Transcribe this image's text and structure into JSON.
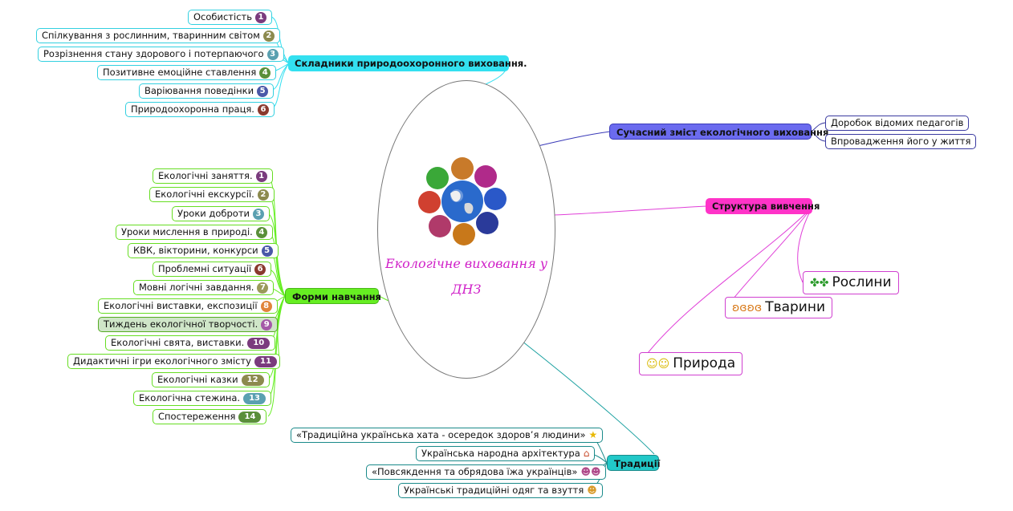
{
  "center": {
    "title_line1": "Екологічне виховання у",
    "title_line2": "ДНЗ",
    "logo_icon": "earth-tree-wreath-icon"
  },
  "components": {
    "title": "Складники природоохоронного виховання.",
    "color": "#33e0f0",
    "items": [
      {
        "label": "Особистість",
        "num": "1"
      },
      {
        "label": "Спілкування з рослинним, тваринним світом",
        "num": "2"
      },
      {
        "label": "Розрізнення стану здорового і потерпаючого",
        "num": "3"
      },
      {
        "label": "Позитивне емоційне ставлення",
        "num": "4"
      },
      {
        "label": "Варіювання поведінки",
        "num": "5"
      },
      {
        "label": "Природоохоронна праця.",
        "num": "6"
      }
    ]
  },
  "modern": {
    "title": "Сучасний зміст екологічного виховання",
    "color": "#6b6bef",
    "items": [
      {
        "label": "Доробок відомих педагогів"
      },
      {
        "label": "Впровадження його у життя"
      }
    ]
  },
  "structure": {
    "title": "Структура вивчення",
    "color": "#ff33c8",
    "items": [
      {
        "label": "Рослини",
        "icon": "clover-icon"
      },
      {
        "label": "Тварини",
        "icon": "butterfly-icon"
      },
      {
        "label": "Природа",
        "icon": "smiley-icon"
      }
    ]
  },
  "forms": {
    "title": "Форми навчання",
    "color": "#66ee22",
    "items": [
      {
        "label": "Екологічні заняття.",
        "num": "1"
      },
      {
        "label": "Екологічні екскурсії.",
        "num": "2"
      },
      {
        "label": "Уроки доброти",
        "num": "3"
      },
      {
        "label": "Уроки мислення в природі.",
        "num": "4"
      },
      {
        "label": "КВК, вікторини, конкурси",
        "num": "5"
      },
      {
        "label": "Проблемні ситуації",
        "num": "6"
      },
      {
        "label": "Мовні логічні завдання.",
        "num": "7"
      },
      {
        "label": "Екологічні виставки, експозиції",
        "num": "8"
      },
      {
        "label": "Тиждень екологічної творчості.",
        "num": "9",
        "selected": true
      },
      {
        "label": "Екологічні свята, виставки.",
        "num": "10"
      },
      {
        "label": "Дидактичні ігри екологічного змісту",
        "num": "11"
      },
      {
        "label": "Екологічні казки",
        "num": "12"
      },
      {
        "label": "Екологічна стежина.",
        "num": "13"
      },
      {
        "label": "Спостереження",
        "num": "14"
      }
    ]
  },
  "traditions": {
    "title": "Традиції",
    "color": "#22c8c8",
    "items": [
      {
        "label": "«Традиційна українська хата - осередок здоров’я людини»",
        "icon": "star-icon"
      },
      {
        "label": "Українська народна архітектура",
        "icon": "house-icon"
      },
      {
        "label": "«Повсякдення та обрядова їжа українців»",
        "icon": "people-icon"
      },
      {
        "label": "Українські традиційні одяг та взуття",
        "icon": "person-icon"
      }
    ]
  }
}
